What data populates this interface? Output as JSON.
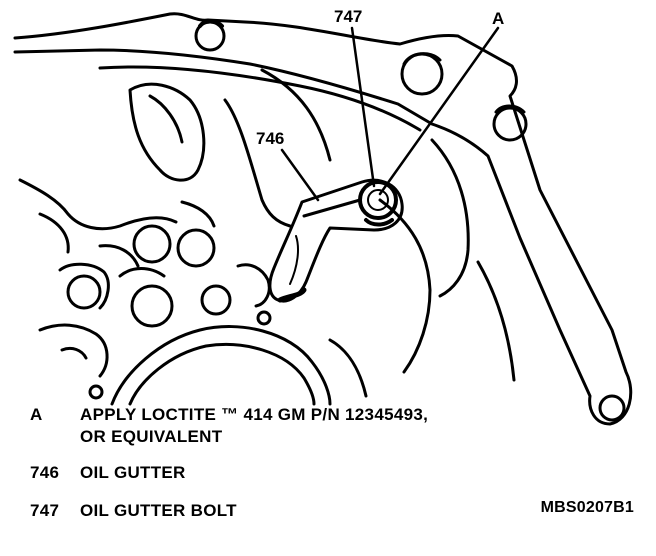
{
  "callouts": {
    "label_747": "747",
    "label_a": "A",
    "label_746": "746"
  },
  "legend": [
    {
      "key": "A",
      "lines": [
        "APPLY LOCTITE ™ 414 GM P/N 12345493,",
        "OR EQUIVALENT"
      ]
    },
    {
      "key": "746",
      "lines": [
        "OIL GUTTER"
      ]
    },
    {
      "key": "747",
      "lines": [
        "OIL GUTTER BOLT"
      ]
    }
  ],
  "figure_id": "MBS0207B1",
  "colors": {
    "ink": "#000000",
    "paper": "#ffffff"
  }
}
